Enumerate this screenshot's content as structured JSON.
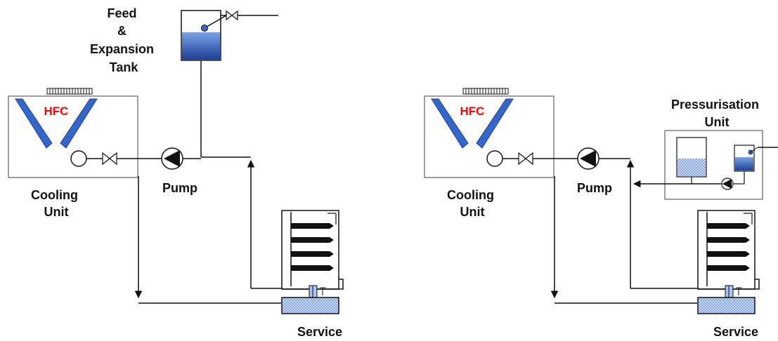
{
  "labels": {
    "feed_tank": [
      "Feed",
      "&",
      "Expansion",
      "Tank"
    ],
    "cooling_unit": [
      "Cooling",
      "Unit"
    ],
    "pump": "Pump",
    "service": "Service",
    "refrigerant": "HFC",
    "pressurisation_unit": [
      "Pressurisation",
      "Unit"
    ]
  },
  "colors": {
    "line": "#111111",
    "frame": "#808080",
    "coil": "#3566c9",
    "coil_edge": "#22448e",
    "refrigerant_text": "#ff0000",
    "water_dark": "#1e3f96",
    "water_light": "#a8c4ee",
    "fins": "#000000"
  },
  "icons": [
    "pump-icon",
    "valve-icon",
    "float-valve-icon",
    "fan-grille-icon",
    "fan-coil-icon"
  ]
}
